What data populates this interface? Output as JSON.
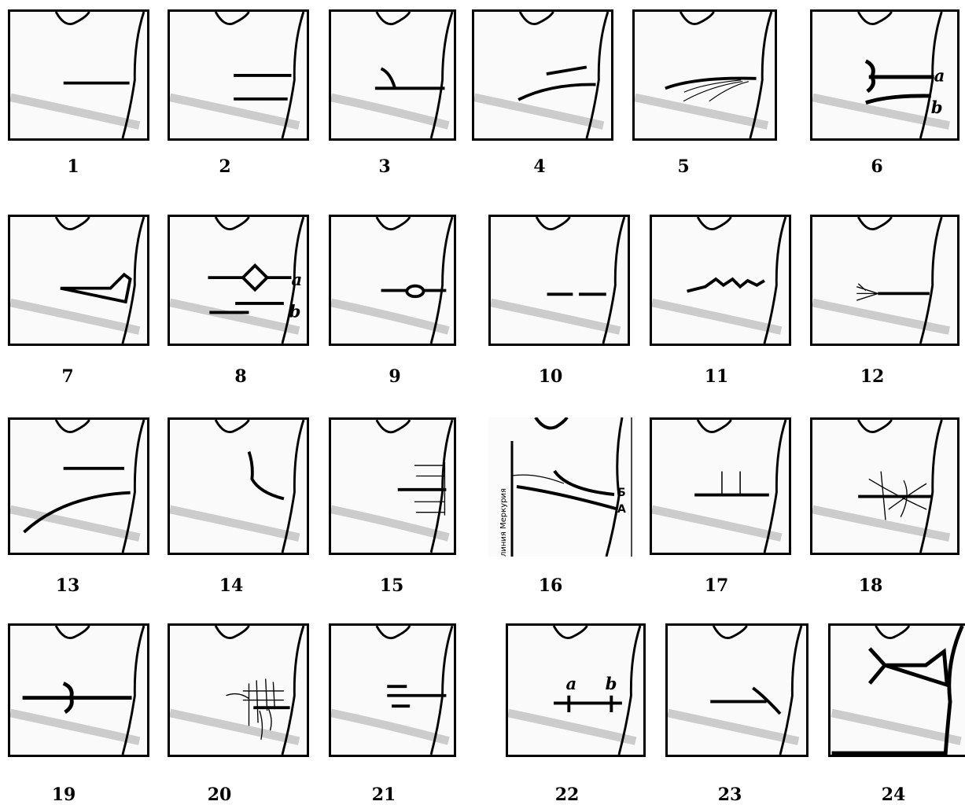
{
  "panels": [
    {
      "number": "1"
    },
    {
      "number": "2"
    },
    {
      "number": "3"
    },
    {
      "number": "4"
    },
    {
      "number": "5"
    },
    {
      "number": "6",
      "labels": [
        "a",
        "b"
      ]
    },
    {
      "number": "7"
    },
    {
      "number": "8",
      "labels": [
        "a",
        "b"
      ]
    },
    {
      "number": "9"
    },
    {
      "number": "10"
    },
    {
      "number": "11"
    },
    {
      "number": "12"
    },
    {
      "number": "13"
    },
    {
      "number": "14"
    },
    {
      "number": "15"
    },
    {
      "number": "16",
      "labels": [
        "Б",
        "А"
      ],
      "side_text": "линия Меркурия"
    },
    {
      "number": "17"
    },
    {
      "number": "18"
    },
    {
      "number": "19"
    },
    {
      "number": "20"
    },
    {
      "number": "21"
    },
    {
      "number": "22",
      "labels": [
        "a",
        "b"
      ]
    },
    {
      "number": "23"
    },
    {
      "number": "24"
    }
  ],
  "colors": {
    "line": "#000000",
    "band": "#cccccc",
    "background": "#fafafa"
  }
}
